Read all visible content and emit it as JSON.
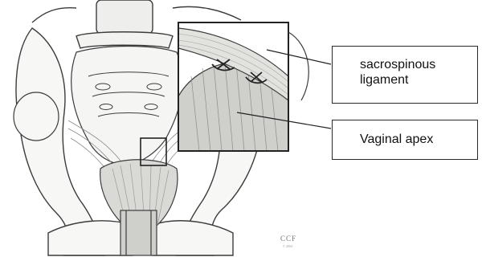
{
  "labels": {
    "ligament": "sacrospinous\nligament",
    "apex": "Vaginal apex"
  },
  "credit": "CCF",
  "credit_sub": "© 2004",
  "colors": {
    "line": "#3c3c3c",
    "bone_fill": "#f7f7f5",
    "tissue_fill": "#d9d9d6",
    "muscle_fill": "#cfcfcc",
    "stitch": "#222222"
  }
}
